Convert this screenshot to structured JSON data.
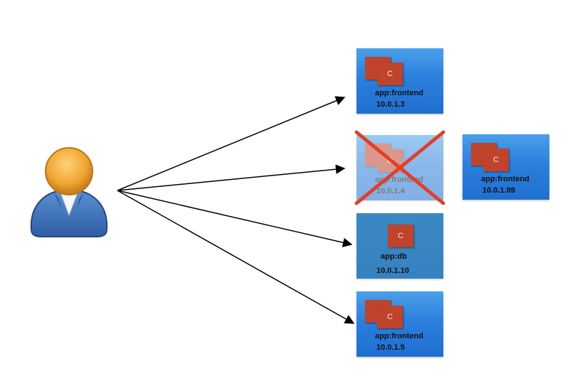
{
  "container_letter": "C",
  "pods": [
    {
      "id": "pod-1",
      "label": "app:frontend",
      "ip": "10.0.1.3",
      "containers": 2,
      "state": "running"
    },
    {
      "id": "pod-2",
      "label": "app:frontend",
      "ip": "10.0.1.4",
      "containers": 2,
      "state": "terminated"
    },
    {
      "id": "pod-3",
      "label": "app:db",
      "ip": "10.0.1.10",
      "containers": 1,
      "state": "running"
    },
    {
      "id": "pod-4",
      "label": "app:frontend",
      "ip": "10.0.1.5",
      "containers": 2,
      "state": "running"
    },
    {
      "id": "pod-5",
      "label": "app:frontend",
      "ip": "10.0.1.99",
      "containers": 2,
      "state": "running"
    }
  ],
  "colors": {
    "pod_blue": "#2c7fdc",
    "pod_db": "#3582c0",
    "container": "#c0432c",
    "cross": "#e0402a",
    "user_head": "#f0a531",
    "user_body": "#3b6db3"
  }
}
